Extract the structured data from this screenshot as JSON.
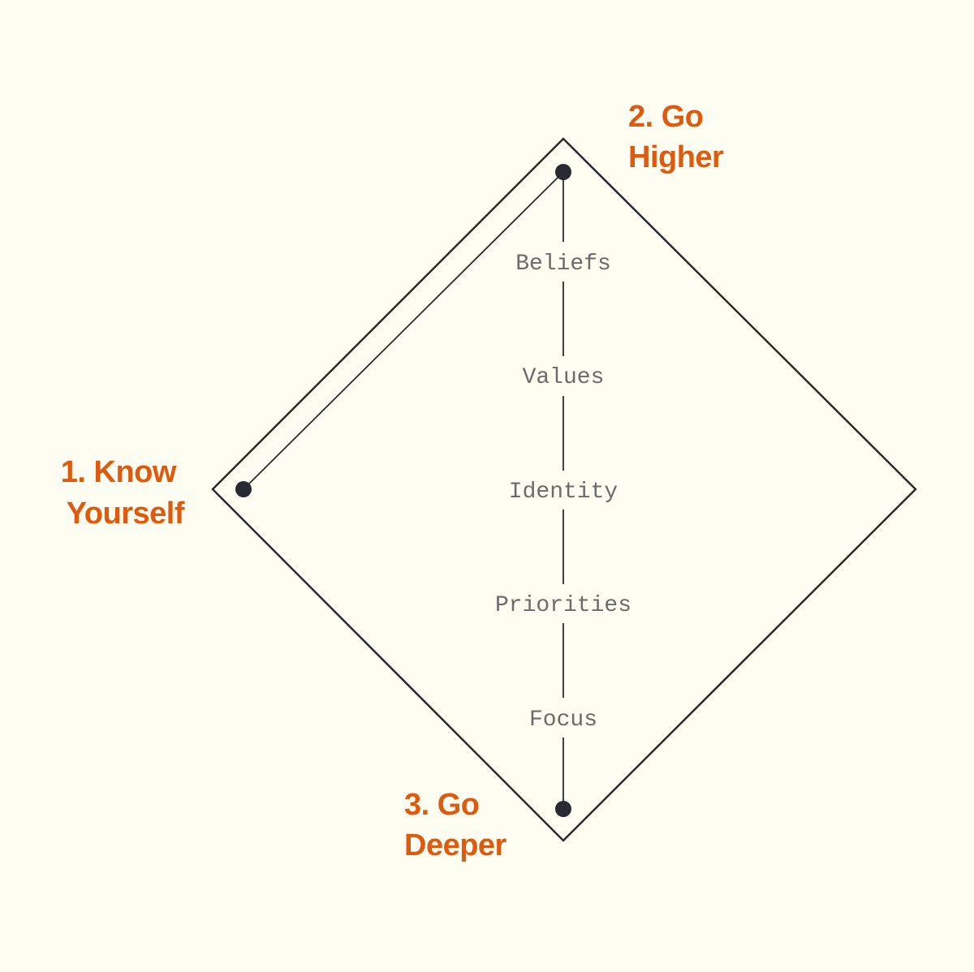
{
  "colors": {
    "background": "#fefdf1",
    "outline": "#2b2b2b",
    "dot": "#272a30",
    "step_accent": "#dd5a0e",
    "level_text": "#6b6b6b"
  },
  "steps": {
    "know_yourself": {
      "line1": "1. Know",
      "line2": "Yourself"
    },
    "go_higher": {
      "line1": "2. Go",
      "line2": "Higher"
    },
    "go_deeper": {
      "line1": "3. Go",
      "line2": "Deeper"
    }
  },
  "levels": [
    "Beliefs",
    "Values",
    "Identity",
    "Priorities",
    "Focus"
  ]
}
